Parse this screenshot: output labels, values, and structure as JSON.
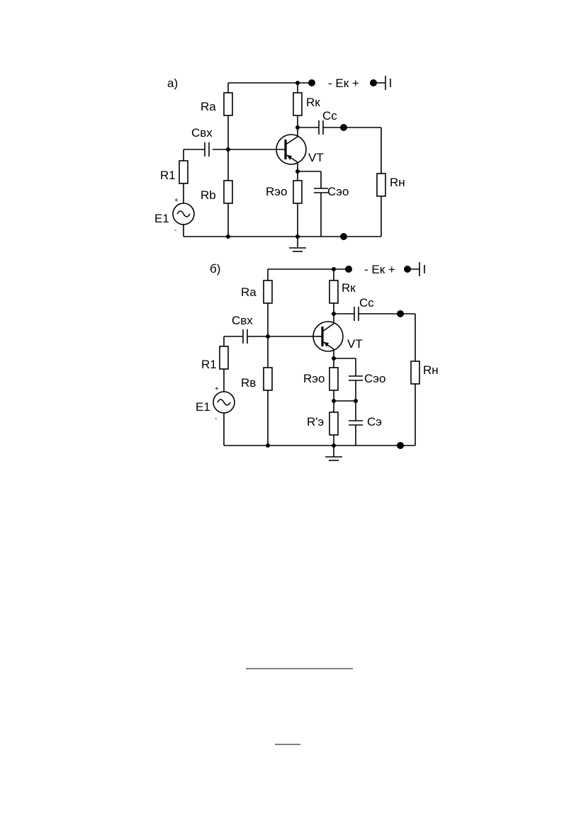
{
  "diagram_a": {
    "tag": "а)",
    "supply": "- Eк +",
    "Ra": "Ra",
    "Rb": "Rb",
    "Rk": "Rк",
    "Cc": "Cc",
    "Cin": "Cвх",
    "R1": "R1",
    "E1": "E1",
    "Re": "Rэo",
    "Ce": "Cэo",
    "VT": "VT",
    "Rn": "Rн",
    "plus": "+",
    "minus": "-"
  },
  "diagram_b": {
    "tag": "б)",
    "supply": "- Eк +",
    "Ra": "Ra",
    "Rb": "Rв",
    "Rk": "Rк",
    "Cc": "Cc",
    "Cin": "Cвх",
    "R1": "R1",
    "E1": "E1",
    "Re": "Rэo",
    "Ce": "Cэo",
    "Re2": "R'э",
    "Ce2": "Cэ",
    "VT": "VT",
    "Rn": "Rн",
    "plus": "+",
    "minus": "-"
  }
}
